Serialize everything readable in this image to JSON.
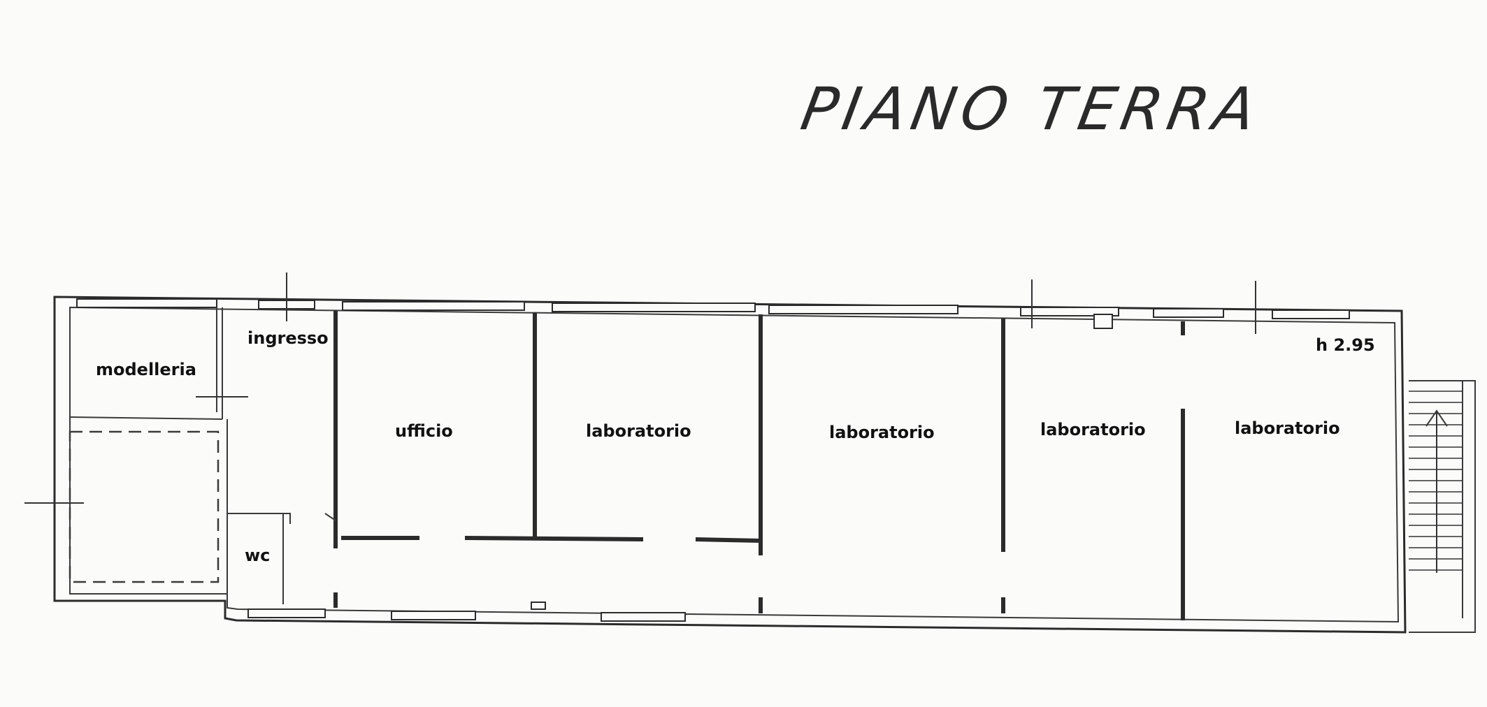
{
  "title": "PIANO TERRA",
  "height_note": "h 2.95",
  "rooms": {
    "modelleria": "modelleria",
    "ingresso": "ingresso",
    "ufficio": "ufficio",
    "laboratorio_1": "laboratorio",
    "laboratorio_2": "laboratorio",
    "laboratorio_3": "laboratorio",
    "laboratorio_4": "laboratorio",
    "wc": "wc"
  }
}
